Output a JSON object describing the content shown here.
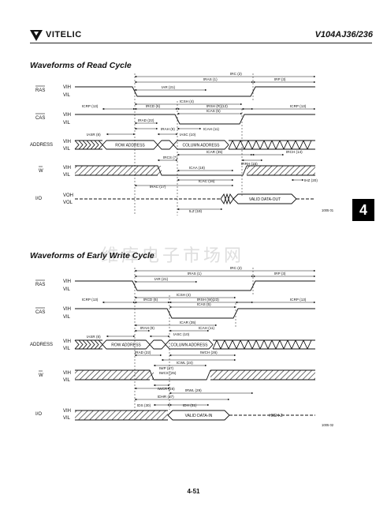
{
  "header": {
    "brand": "VITELIC",
    "part_number": "V104AJ36/236"
  },
  "read_cycle": {
    "title": "Waveforms of Read Cycle",
    "signals": {
      "ras": "RAS",
      "cas": "CAS",
      "address": "ADDRESS",
      "w": "W",
      "io": "I/O"
    },
    "levels": {
      "vih": "VIH",
      "vil": "VIL",
      "voh": "VOH",
      "vol": "VOL"
    },
    "timing": {
      "trc": "tRC (2)",
      "tras": "tRAS (1)",
      "tar": "tAR (21)",
      "trp": "tRP (3)",
      "tcsh": "tCSH (4)",
      "tcrp_left": "tCRP (13)",
      "trcd": "tRCD (6)",
      "trsh": "tRSH (R)(12)",
      "tcas": "tCAS (5)",
      "tcrp_right": "tCRP (13)",
      "trad": "tRAD (22)",
      "trah": "tRAH (9)",
      "tcah": "tCAH (11)",
      "tasr": "tASR (8)",
      "tasc": "tASC (10)",
      "tcar": "tCAR (35)",
      "trch": "tRCH (14)",
      "trcs": "tRCS (7)",
      "trrh": "tRRH (15)",
      "tcaa": "tCAA (18)",
      "tcac": "tCAC (16)",
      "trac": "tRAC (17)",
      "thz": "tHZ (20)",
      "tlz": "tLZ (19)"
    },
    "row_address": "ROW ADDRESS",
    "column_address": "COLUMN ADDRESS",
    "valid_data_out": "VALID DATA-OUT",
    "figure_id": "1005 01"
  },
  "watermark": "维库电子市场网",
  "section_tab": "4",
  "early_write": {
    "title": "Waveforms of Early Write Cycle",
    "signals": {
      "ras": "RAS",
      "cas": "CAS",
      "address": "ADDRESS",
      "w": "W",
      "io": "I/O"
    },
    "levels": {
      "vih": "VIH",
      "vil": "VIL"
    },
    "timing": {
      "trc": "tRC (2)",
      "tras": "tRAS (1)",
      "tar": "tAR (21)",
      "trp": "tRP (3)",
      "tcsh": "tCSH (4)",
      "tcrp_left": "tCRP (13)",
      "trcd": "tRCD (6)",
      "trsh": "tRSH (W)(23)",
      "tcas": "tCAS (5)",
      "tcrp_right": "tCRP (13)",
      "tcar": "tCAR (35)",
      "trah": "tRAH (9)",
      "tcah": "tCAH (11)",
      "tasr": "tASR (8)",
      "tasc": "tASC (10)",
      "trad": "tRAD (22)",
      "twch": "tWCH (26)",
      "tcwl": "tCWL (24)",
      "twp": "tWP (27)",
      "twcs": "tWCS (25)",
      "twcr": "tWCR (28)",
      "trwl": "tRWL (29)",
      "tdhr": "tDHR (37)",
      "tds": "tDS (30)",
      "tdh": "tDH (31)"
    },
    "row_address": "ROW ADDRESS",
    "column_address": "COLUMN ADDRESS",
    "valid_data_in": "VALID DATA-IN",
    "high_z": "HIGH-Z",
    "figure_id": "1005 02"
  },
  "page_number": "4-51"
}
